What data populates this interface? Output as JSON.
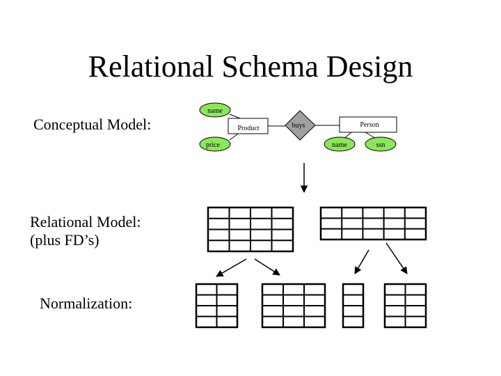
{
  "slide": {
    "title": "Relational Schema Design",
    "labels": {
      "conceptual": "Conceptual Model:",
      "relational": "Relational Model:",
      "fds": "(plus FD’s)",
      "normalization": "Normalization:"
    }
  },
  "er_diagram": {
    "entities": [
      "Product",
      "Person"
    ],
    "relationship": "buys",
    "product_attributes": [
      "name",
      "price"
    ],
    "person_attributes": [
      "name",
      "ssn"
    ]
  },
  "colors": {
    "attribute_fill": "#8CE65A",
    "relationship_fill": "#A0A0A0",
    "entity_fill": "#FFFFFF",
    "line": "#000000"
  }
}
